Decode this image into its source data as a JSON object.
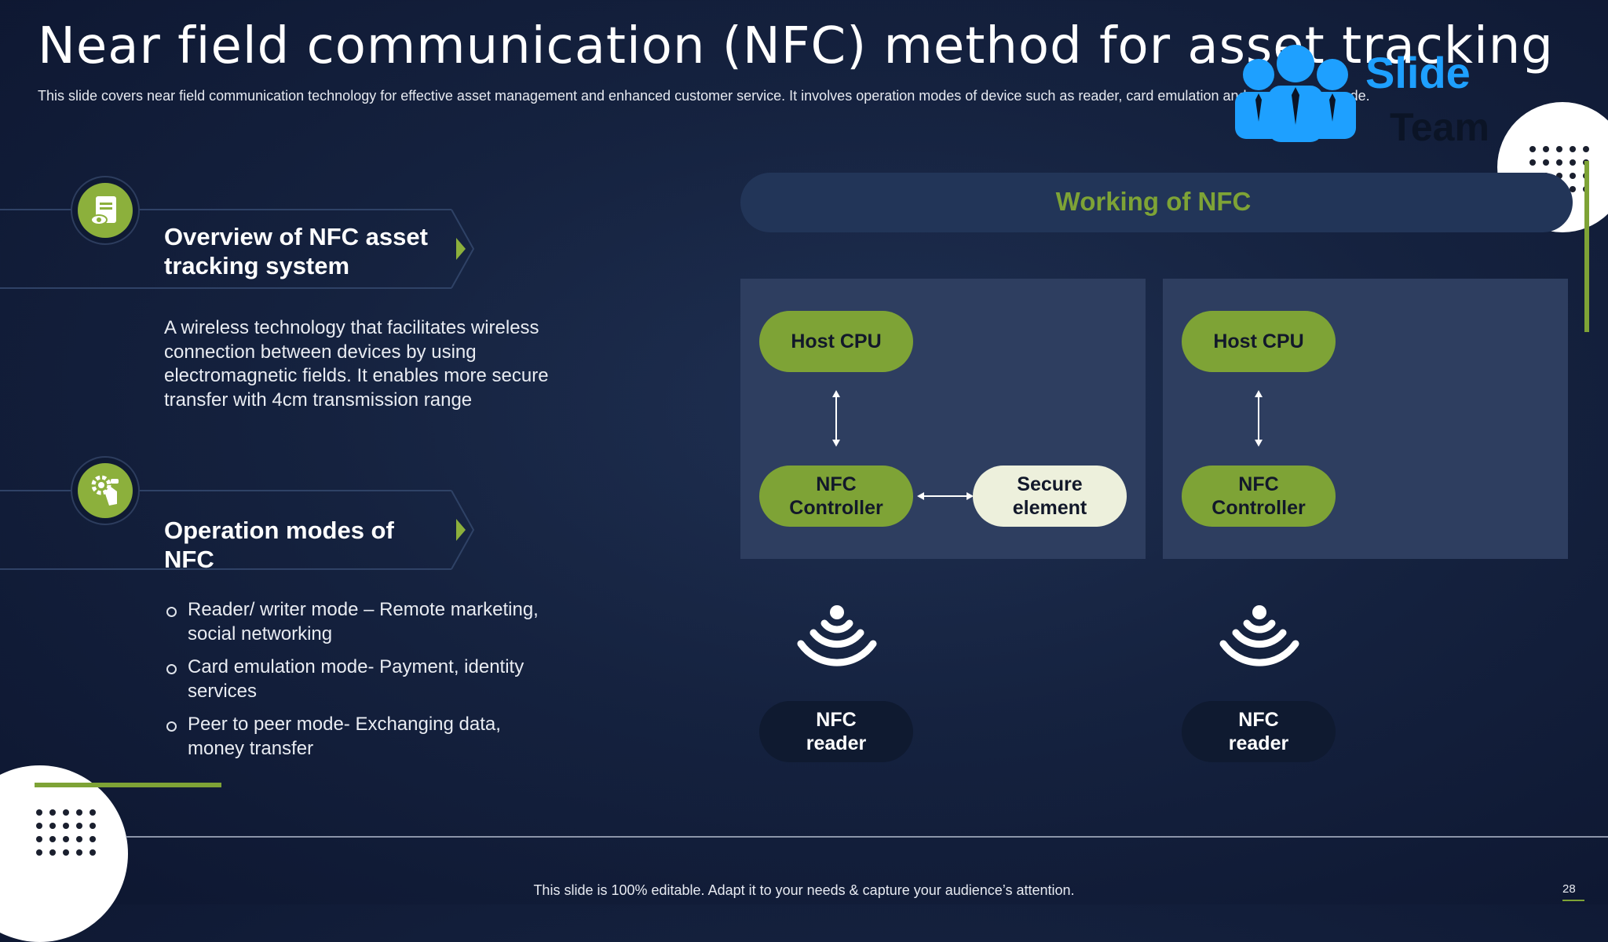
{
  "header": {
    "title": "Near field communication (NFC) method for asset tracking",
    "subtitle": "This slide covers near field communication technology for effective asset management and enhanced customer service. It involves operation modes of device such as reader, card emulation and peer to peer mode."
  },
  "logo": {
    "word1": "Slide",
    "word2": "Team"
  },
  "overview": {
    "icon": "document-eye-icon",
    "title": "Overview of NFC asset tracking system",
    "body": "A wireless technology that facilitates wireless connection between devices by using electromagnetic fields. It enables more secure transfer with 4cm transmission range"
  },
  "operation": {
    "icon": "gear-hand-icon",
    "title": "Operation modes of NFC",
    "items": [
      "Reader/ writer mode – Remote marketing, social networking",
      "Card emulation mode- Payment, identity services",
      "Peer to peer mode- Exchanging data, money transfer"
    ]
  },
  "diagram": {
    "title": "Working of NFC",
    "left": {
      "host": "Host CPU",
      "controller_line1": "NFC",
      "controller_line2": "Controller",
      "secure_line1": "Secure",
      "secure_line2": "element",
      "reader_line1": "NFC",
      "reader_line2": "reader"
    },
    "right": {
      "host": "Host CPU",
      "controller_line1": "NFC",
      "controller_line2": "Controller",
      "reader_line1": "NFC",
      "reader_line2": "reader"
    }
  },
  "footer": {
    "text": "This slide is 100% editable. Adapt it to your needs & capture your audience’s attention.",
    "page": "28"
  },
  "colors": {
    "accent": "#7ea336",
    "background": "#15223f",
    "logo_blue": "#1ea0ff"
  }
}
